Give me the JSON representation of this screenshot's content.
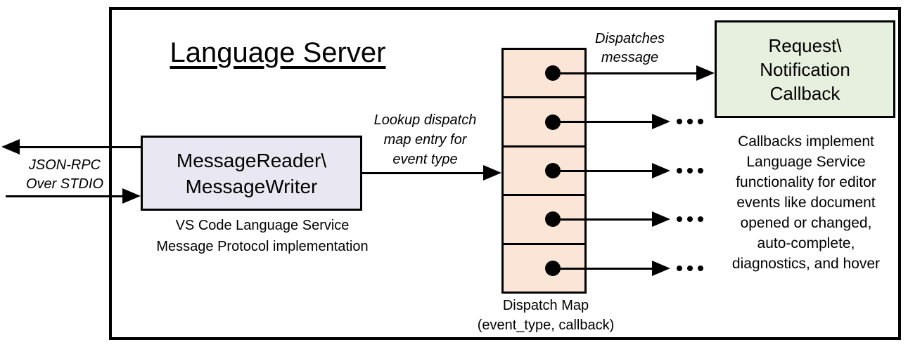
{
  "diagram": {
    "title": "Language Server",
    "io_channel": {
      "label": "JSON-RPC\nOver STDIO"
    },
    "message_handler": {
      "box_label": "MessageReader\\\nMessageWriter",
      "caption": "VS Code Language Service\nMessage Protocol implementation"
    },
    "lookup_arrow_label": "Lookup dispatch\nmap entry for\nevent type",
    "dispatch_arrow_label": "Dispatches\nmessage",
    "dispatch_map": {
      "entry_count": 5,
      "caption": "Dispatch Map\n(event_type, callback)"
    },
    "callback": {
      "box_label": "Request\\\nNotification\nCallback",
      "caption": "Callbacks implement\nLanguage Service\nfunctionality for editor\nevents like document\nopened or changed,\nauto-complete,\ndiagnostics, and hover"
    },
    "icons": {
      "ellipsis": "horizontal-ellipsis"
    }
  },
  "colors": {
    "outline": "#000000",
    "background": "#FFFFFF",
    "message_box_fill": "#E9E8F2",
    "dispatch_map_fill": "#FBE5D6",
    "callback_box_fill": "#E7F0DE"
  }
}
